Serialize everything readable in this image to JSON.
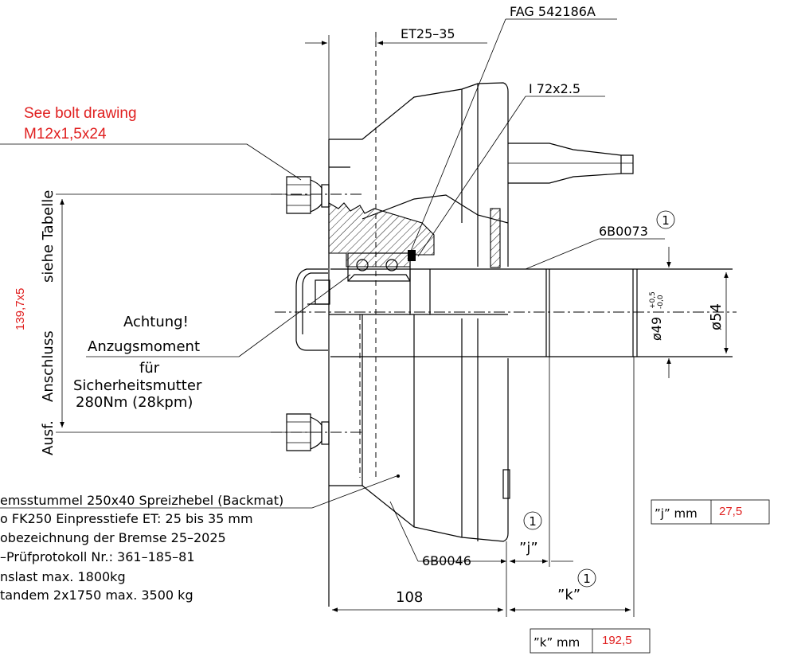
{
  "labels": {
    "bearing": "FAG 542186A",
    "et": "ET25–35",
    "ring": "I 72x2.5",
    "bolt_note_1": "See bolt drawing",
    "bolt_note_2": "M12x1,5x24",
    "ref_6b0073": "6B0073",
    "ref_6b0046": "6B0046",
    "circle_num": "1",
    "phi49": "ø49",
    "tol_upper": "+0,5",
    "tol_lower": "-0,0",
    "phi54": "ø54",
    "pcd": "139,7x5",
    "side_1": "siehe Tabelle",
    "side_2": "Anschluss",
    "side_3": "Ausf.",
    "warn_1": "Achtung!",
    "warn_2": "Anzugsmoment",
    "warn_3": "für",
    "warn_4": "Sicherheitsmutter",
    "warn_5": "280Nm (28kpm)",
    "j_label": "”j”",
    "k_label": "”k”",
    "dim_108": "108"
  },
  "notes": [
    "emsstummel 250x40 Spreizhebel (Backmat)",
    "o FK250  Einpresstiefe ET: 25 bis 35 mm",
    "obezeichnung der Bremse 25–2025",
    "–Prüfprotokoll Nr.: 361–185–81",
    "nslast max. 1800kg",
    " tandem 2x1750 max. 3500 kg"
  ],
  "table_j": {
    "label": "”j” mm",
    "value": "27,5"
  },
  "table_k": {
    "label": "”k” mm",
    "value": "192,5"
  }
}
